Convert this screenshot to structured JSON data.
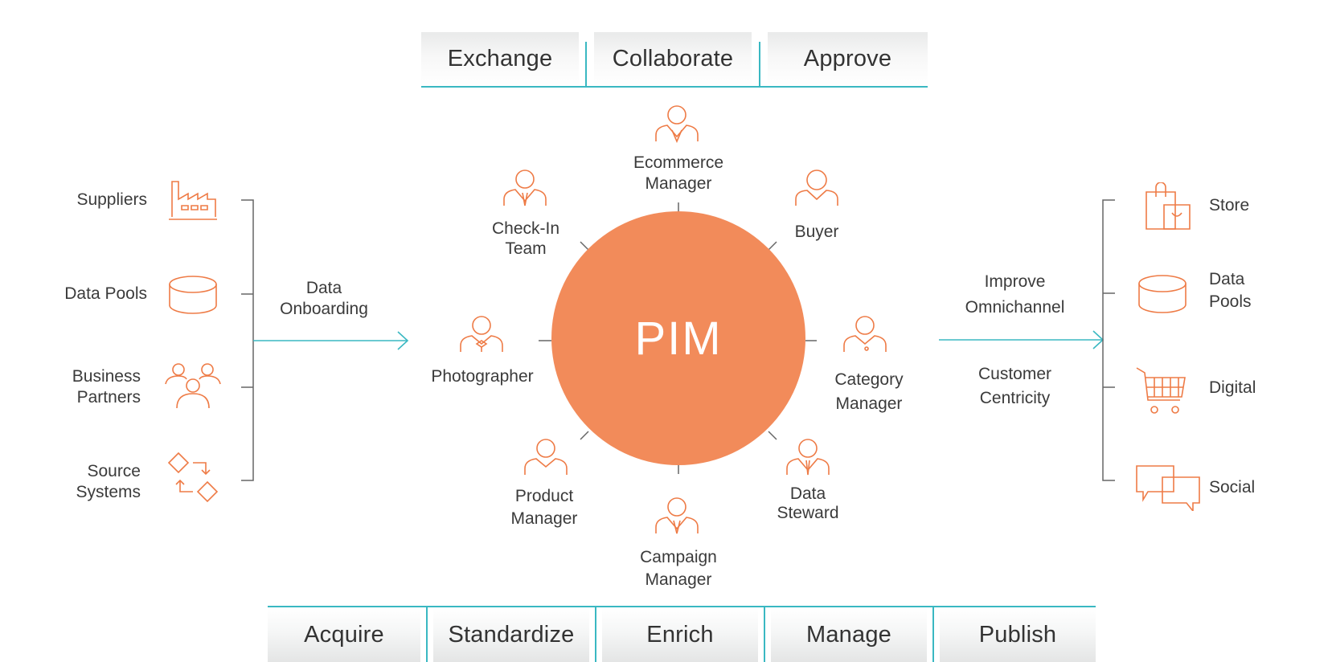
{
  "top_tabs": [
    "Exchange",
    "Collaborate",
    "Approve"
  ],
  "bottom_tabs": [
    "Acquire",
    "Standardize",
    "Enrich",
    "Manage",
    "Publish"
  ],
  "center": {
    "label": "PIM"
  },
  "left_sources": [
    {
      "line1": "Suppliers",
      "line2": "",
      "icon": "factory-icon"
    },
    {
      "line1": "Data Pools",
      "line2": "",
      "icon": "database-icon"
    },
    {
      "line1": "Business",
      "line2": "Partners",
      "icon": "people-network-icon"
    },
    {
      "line1": "Source",
      "line2": "Systems",
      "icon": "sync-diamonds-icon"
    }
  ],
  "left_flow": {
    "line1": "Data",
    "line2": "Onboarding"
  },
  "right_flow": {
    "top": {
      "line1": "Improve",
      "line2": "Omnichannel"
    },
    "bottom": {
      "line1": "Customer",
      "line2": "Centricity"
    }
  },
  "right_outputs": [
    {
      "line1": "Store",
      "line2": "",
      "icon": "shopping-bags-icon"
    },
    {
      "line1": "Data",
      "line2": "Pools",
      "icon": "database-icon"
    },
    {
      "line1": "Digital",
      "line2": "",
      "icon": "shopping-cart-icon"
    },
    {
      "line1": "Social",
      "line2": "",
      "icon": "speech-bubbles-icon"
    }
  ],
  "roles": [
    {
      "line1": "Ecommerce",
      "line2": "Manager"
    },
    {
      "line1": "Buyer",
      "line2": ""
    },
    {
      "line1": "Category",
      "line2": "Manager"
    },
    {
      "line1": "Data",
      "line2": "Steward"
    },
    {
      "line1": "Campaign",
      "line2": "Manager"
    },
    {
      "line1": "Product",
      "line2": "Manager"
    },
    {
      "line1": "Photographer",
      "line2": ""
    },
    {
      "line1": "Check-In",
      "line2": "Team"
    }
  ],
  "colors": {
    "accent": "#f28b5a",
    "icon": "#ee7b46",
    "teal": "#3ab8c2",
    "line": "#666666"
  }
}
